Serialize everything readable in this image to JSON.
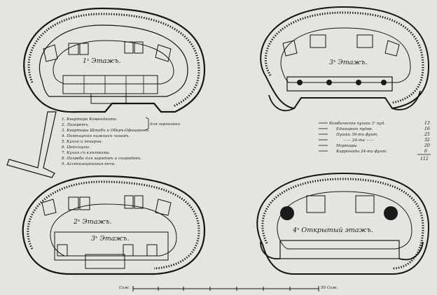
{
  "plan_titles": {
    "floor1": "1ˣ Этажъ.",
    "floor3": "3ˣ Этажъ.",
    "floor2": "2ˣ Этажъ.",
    "floor3b": "3ˣ Этажъ.",
    "floor4": "4ˣ Открытый этажъ."
  },
  "legend_left": [
    "1. Квартира Коменданта.",
    "2. Лазаретъ.",
    "3. Квартиры Штабъ и Оберъ-Офицеровъ.",
    "4. Помѣщенія нижнихъ чиновъ.",
    "5. Кухни и пекарни.",
    "6. Цейхгаузы.",
    "7. Кухня съ клѣтками.",
    "8. Погреба для зарядовъ и снарядовъ.",
    "9. Ассенизаціонныя печи."
  ],
  "legend_left_brace": "для гарнизона",
  "legend_right": [
    {
      "label": "Бомбическiя пушки 3ˣ пуд.",
      "value": "13"
    },
    {
      "label": "Единороги пудов.",
      "value": "16"
    },
    {
      "label": "Пушки 36-ти фунт.",
      "value": "25"
    },
    {
      "label": "—— 24-ти ——",
      "value": "32"
    },
    {
      "label": "Мортиры",
      "value": "20"
    },
    {
      "label": "Карронады 24-ти фунт.",
      "value": "6"
    }
  ],
  "legend_right_total": "112",
  "scale": {
    "left_label": "Саж.",
    "right_label": "50 Саж."
  },
  "colors": {
    "ink": "#151515",
    "paper": "#e6e4de",
    "shade": "#b8b5ad",
    "light": "#d4d1c9"
  }
}
